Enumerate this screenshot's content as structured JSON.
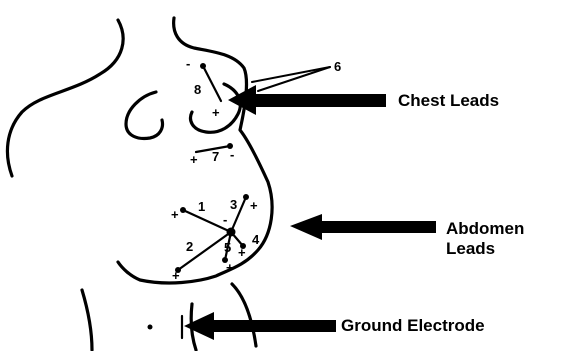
{
  "labels": {
    "chest_leads": "Chest Leads",
    "abdomen_leads_line1": "Abdomen",
    "abdomen_leads_line2": "Leads",
    "ground_electrode": "Ground Electrode"
  },
  "electrodes": {
    "n1": "1",
    "n2": "2",
    "n3": "3",
    "n4": "4",
    "n5": "5",
    "n6": "6",
    "n7": "7",
    "n8": "8"
  },
  "signs": {
    "plus": "+",
    "minus": "-"
  }
}
